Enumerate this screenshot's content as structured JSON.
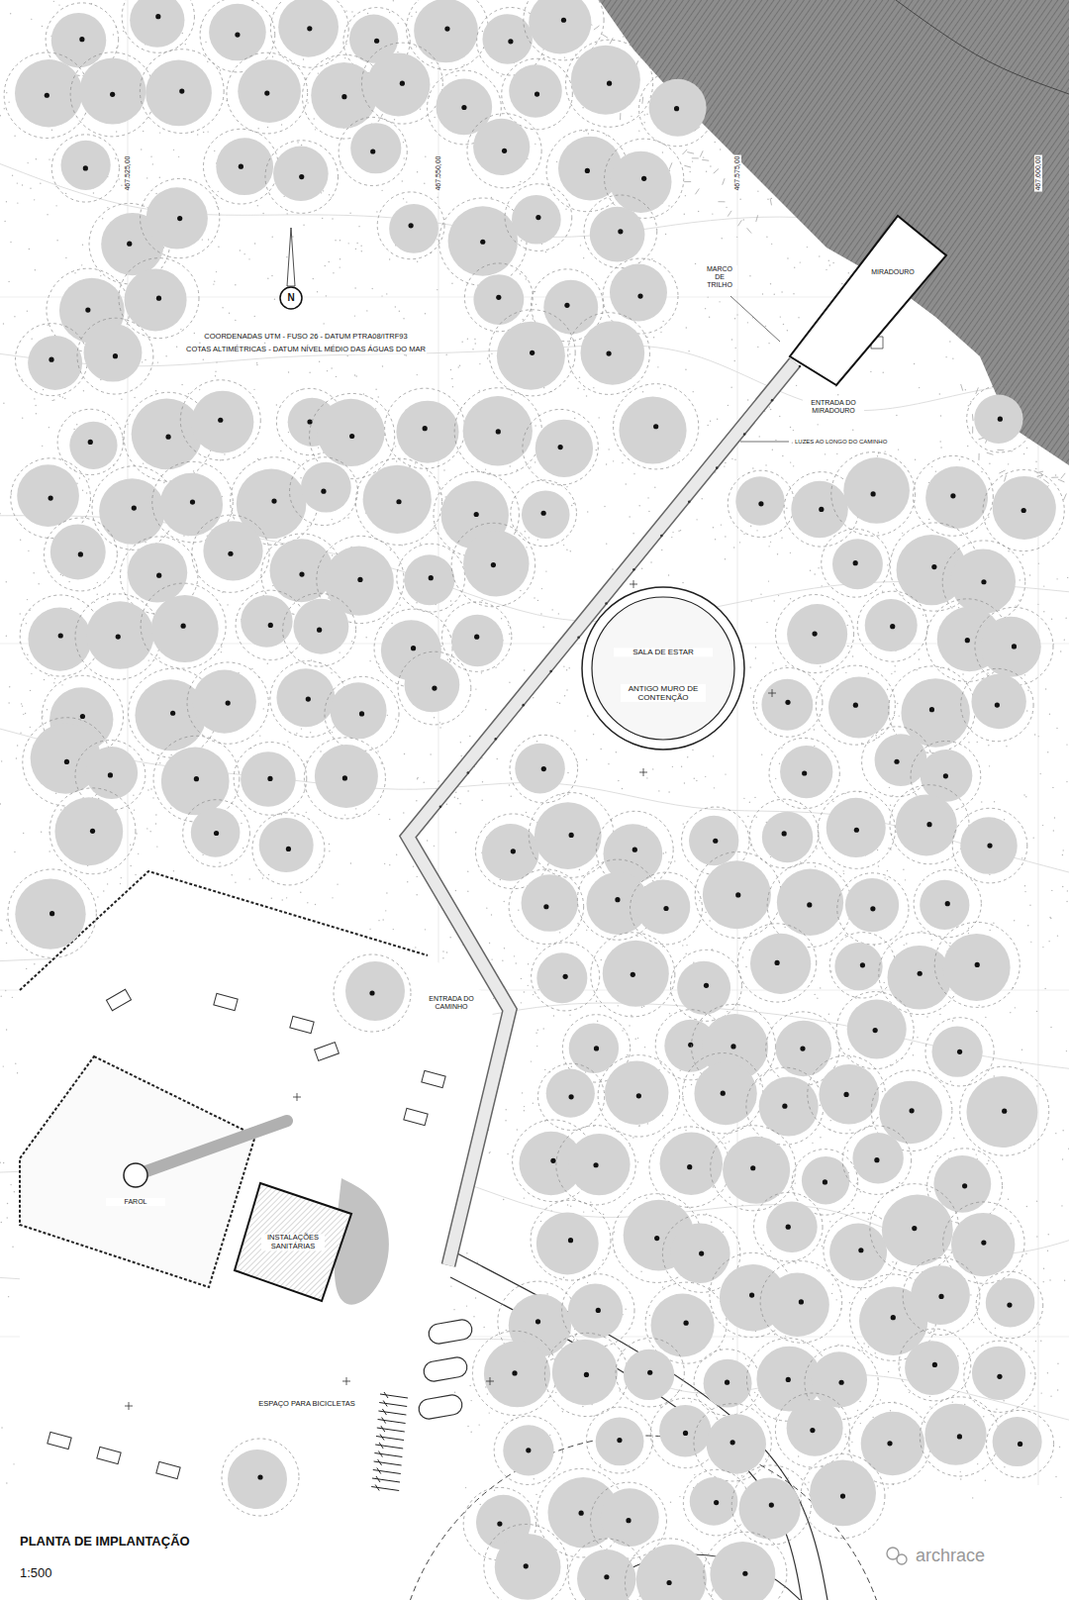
{
  "diagram": {
    "title": "PLANTA DE IMPLANTAÇÃO",
    "caption": "1:500",
    "nodes": [
      {
        "text": [
          "MIRADOURO"
        ]
      },
      {
        "text": [
          "SALA DE ESTAR",
          "ANTIGO MURO DE CONTENÇÃO"
        ]
      },
      {
        "text": [
          "FAROL"
        ]
      },
      {
        "text": [
          "INSTALAÇÕES SANITÁRIAS"
        ]
      }
    ],
    "labels": [
      "467.525,00",
      "467.550,00",
      "467.575,00",
      "467.600,00",
      "N",
      "COORDENADAS UTM - FUSO 26 - DATUM PTRA08/ITRF93",
      "COTAS ALTIMÉTRICAS - DATUM NÍVEL MÉDIO DAS ÁGUAS DO MAR",
      "MARCO DE TRILHO",
      "ENTRADA DO MIRADOURO",
      "LUZES AO LONGO DO CAMINHO",
      "ENTRADA DO CAMINHO",
      "ESPAÇO PARA BICICLETAS",
      "archrace"
    ]
  }
}
